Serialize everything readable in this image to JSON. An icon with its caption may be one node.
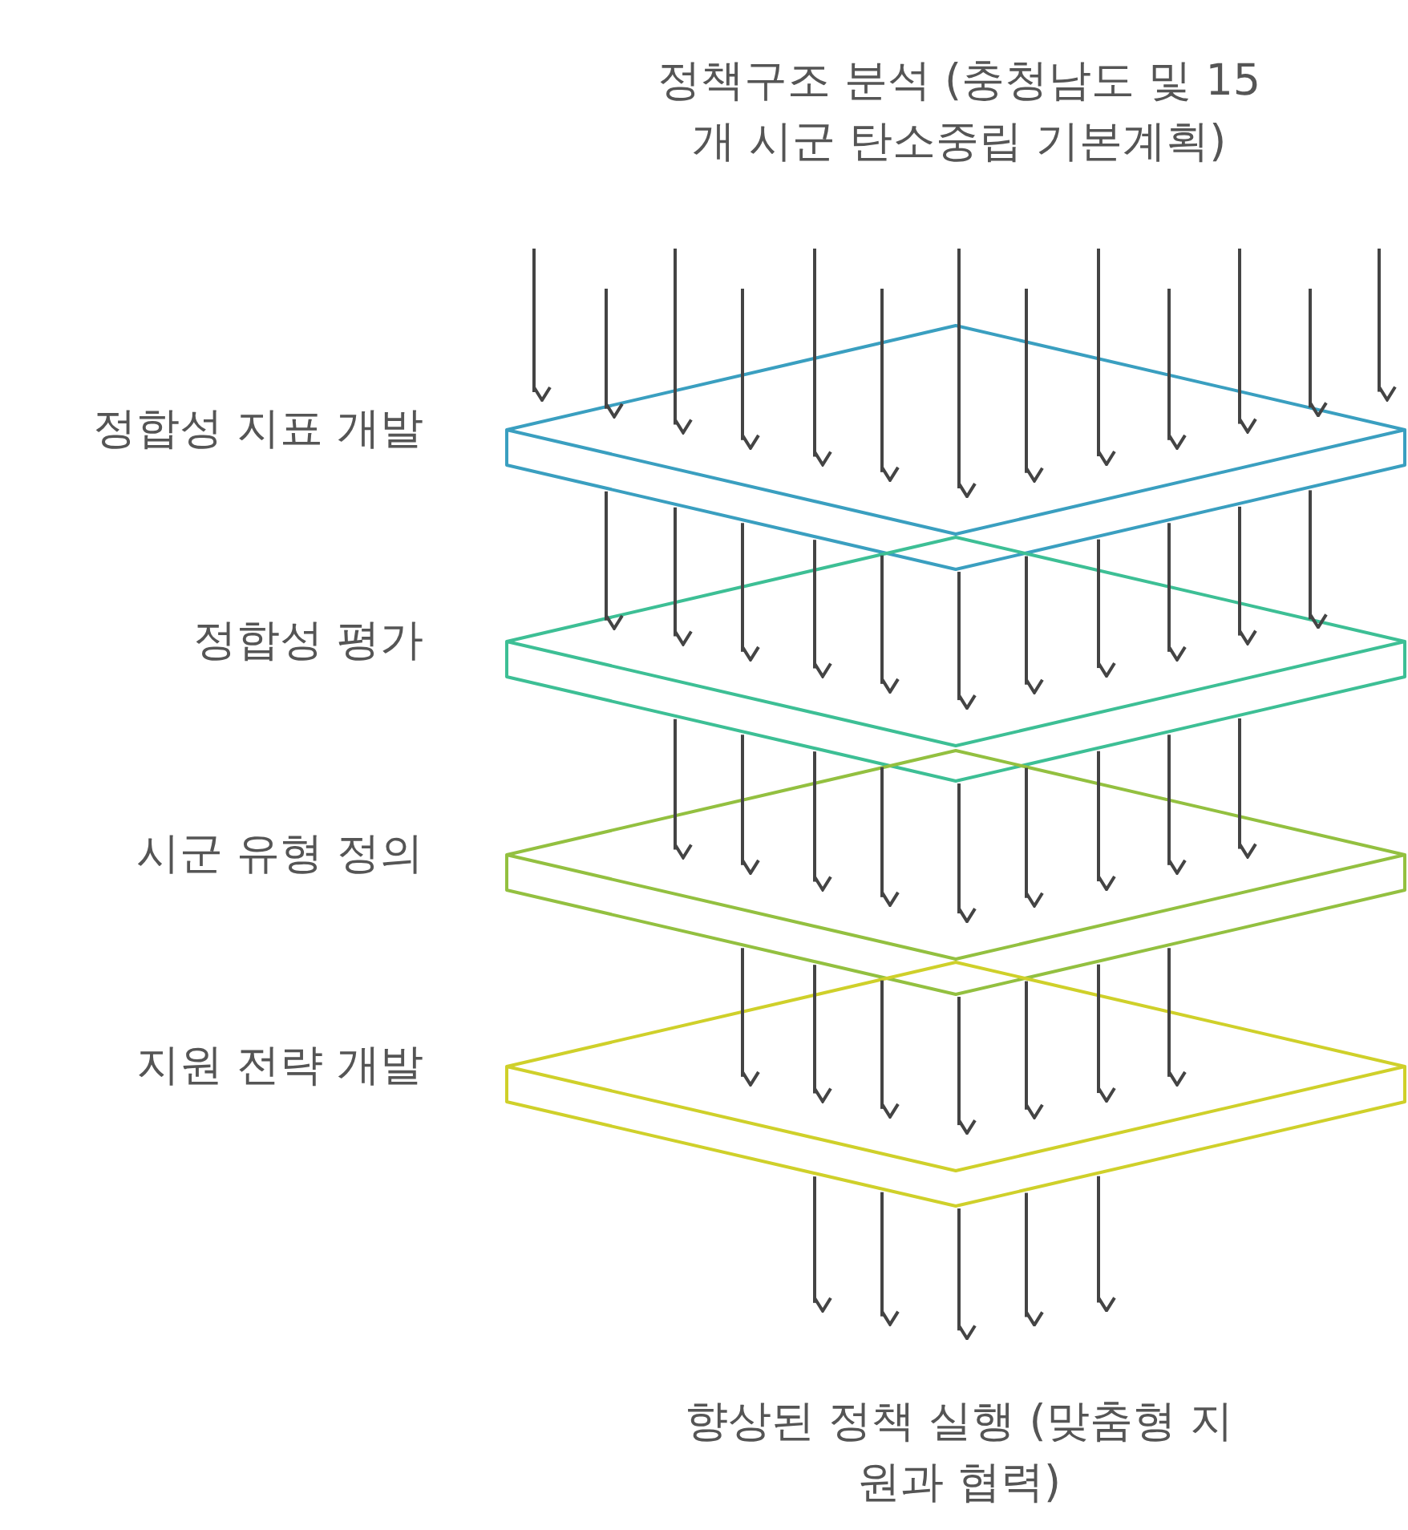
{
  "diagram": {
    "nodes": [
      {
        "text": [
          "정책구조 분석 (충청남도 및 15개 시군 탄소중립 기본계획)"
        ]
      },
      {
        "text": [
          "정합성 지표 개발"
        ]
      },
      {
        "text": [
          "정합성 평가"
        ]
      },
      {
        "text": [
          "시군 유형 정의"
        ]
      },
      {
        "text": [
          "지원 전략 개발"
        ]
      },
      {
        "text": [
          "향상된 정책 실행 (맞춤형 지원과 협력)"
        ]
      }
    ],
    "edges": [
      {
        "from": null,
        "to": 1,
        "arrow": "to"
      },
      {
        "from": null,
        "to": 1,
        "arrow": "to"
      },
      {
        "from": null,
        "to": 1,
        "arrow": "to"
      },
      {
        "from": null,
        "to": 1,
        "arrow": "to"
      },
      {
        "from": null,
        "to": 1,
        "arrow": "to"
      },
      {
        "from": null,
        "to": 1,
        "arrow": "to"
      },
      {
        "from": null,
        "to": 1,
        "arrow": "to"
      },
      {
        "from": null,
        "to": 1,
        "arrow": "to"
      },
      {
        "from": null,
        "to": 1,
        "arrow": "to"
      },
      {
        "from": null,
        "to": 1,
        "arrow": "to"
      },
      {
        "from": null,
        "to": 1,
        "arrow": "to"
      },
      {
        "from": null,
        "to": 1,
        "arrow": "to"
      },
      {
        "from": null,
        "to": 1,
        "arrow": "to"
      },
      {
        "from": 1,
        "to": 2,
        "arrow": "to"
      },
      {
        "from": 1,
        "to": 2,
        "arrow": "to"
      },
      {
        "from": 1,
        "to": 2,
        "arrow": "to"
      },
      {
        "from": 1,
        "to": 2,
        "arrow": "to"
      },
      {
        "from": 1,
        "to": 2,
        "arrow": "to"
      },
      {
        "from": 1,
        "to": 2,
        "arrow": "to"
      },
      {
        "from": 1,
        "to": 2,
        "arrow": "to"
      },
      {
        "from": 1,
        "to": 2,
        "arrow": "to"
      },
      {
        "from": 1,
        "to": 2,
        "arrow": "to"
      },
      {
        "from": 1,
        "to": 2,
        "arrow": "to"
      },
      {
        "from": 1,
        "to": 2,
        "arrow": "to"
      },
      {
        "from": 2,
        "to": 3,
        "arrow": "to"
      },
      {
        "from": 2,
        "to": 3,
        "arrow": "to"
      },
      {
        "from": 2,
        "to": 3,
        "arrow": "to"
      },
      {
        "from": 2,
        "to": 3,
        "arrow": "to"
      },
      {
        "from": 2,
        "to": 3,
        "arrow": "to"
      },
      {
        "from": 2,
        "to": 3,
        "arrow": "to"
      },
      {
        "from": 2,
        "to": 3,
        "arrow": "to"
      },
      {
        "from": 2,
        "to": 3,
        "arrow": "to"
      },
      {
        "from": 2,
        "to": 3,
        "arrow": "to"
      },
      {
        "from": 3,
        "to": 4,
        "arrow": "to"
      },
      {
        "from": 3,
        "to": 4,
        "arrow": "to"
      },
      {
        "from": 3,
        "to": 4,
        "arrow": "to"
      },
      {
        "from": 3,
        "to": 4,
        "arrow": "to"
      },
      {
        "from": 3,
        "to": 4,
        "arrow": "to"
      },
      {
        "from": 3,
        "to": 4,
        "arrow": "to"
      },
      {
        "from": 3,
        "to": 4,
        "arrow": "to"
      },
      {
        "from": 4,
        "to": null,
        "arrow": "to"
      },
      {
        "from": 4,
        "to": null,
        "arrow": "to"
      },
      {
        "from": 4,
        "to": null,
        "arrow": "to"
      },
      {
        "from": 4,
        "to": null,
        "arrow": "to"
      },
      {
        "from": 4,
        "to": null,
        "arrow": "to"
      }
    ]
  }
}
